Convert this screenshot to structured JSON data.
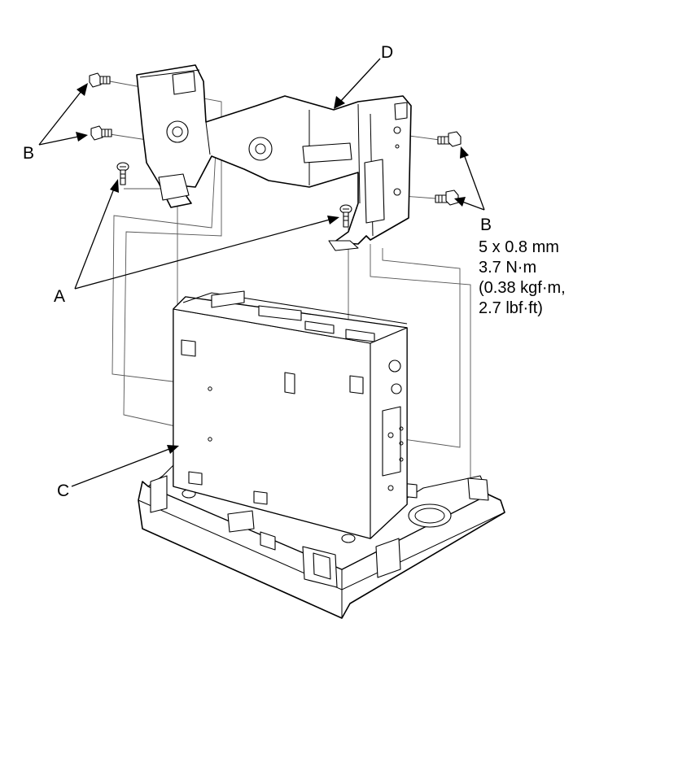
{
  "callouts": {
    "a": "A",
    "b_left": "B",
    "b_right": "B",
    "c": "C",
    "d": "D"
  },
  "torque_spec": {
    "size": "5 x 0.8 mm",
    "torque_nm": "3.7 N·m",
    "torque_kgfm": "(0.38 kgf·m,",
    "torque_lbfft": "2.7 lbf·ft)"
  },
  "parts": {
    "screw_a": "screw",
    "bolt_b": "bolt",
    "unit_c": "unit",
    "bracket_d": "bracket"
  }
}
